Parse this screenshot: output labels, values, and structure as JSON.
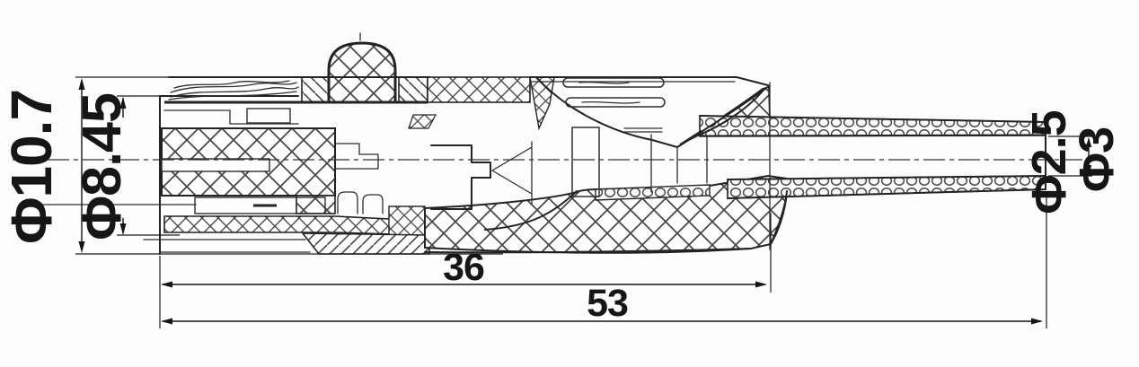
{
  "drawing": {
    "dimensions": {
      "outer_diameter": "Φ10.7",
      "inner_diameter": "Φ8.45",
      "cable_hole_diameter": "Φ2.5",
      "cable_tip_diameter": "Φ3",
      "body_length": "36",
      "overall_length": "53"
    },
    "colors": {
      "line": "#232323",
      "dimension": "#141414",
      "background": "#fdfdfd"
    }
  }
}
